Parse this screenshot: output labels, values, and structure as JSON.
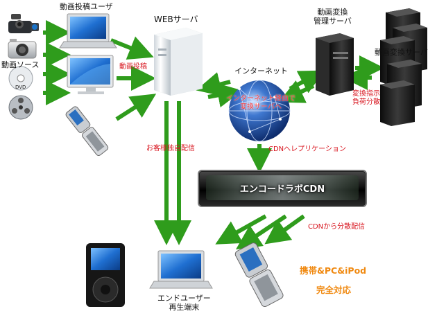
{
  "labels": {
    "video_post_user": "動画投稿ユーザ",
    "video_source": "動画ソース",
    "video_posting": "動画投稿",
    "web_server": "WEBサーバ",
    "internet": "インターネット",
    "via_internet_line1": "インターネット経由で",
    "via_internet_line2": "変換サーバへ",
    "conversion_mgmt_line1": "動画変換",
    "conversion_mgmt_line2": "管理サーバ",
    "conversion_server": "動画変換サーバ",
    "instruction_line1": "変換指示",
    "instruction_line2": "負荷分散",
    "cdn_replication": "CDNへレプリケーション",
    "customer_delivery": "お客様独自配信",
    "cdn_name": "エンコードラボCDN",
    "cdn_distribution": "CDNから分散配信",
    "end_user_line1": "エンドユーザー",
    "end_user_line2": "再生端末",
    "support_line1": "携帯&PC&iPod",
    "support_line2": "完全対応"
  },
  "colors": {
    "arrow_green": "#2f9c1c",
    "label_red": "#d8141e",
    "support_orange": "#f08a12",
    "globe_blue": "#1f4fa6"
  },
  "icons": [
    "video-camera-icon",
    "digital-camera-icon",
    "dvd-disc-icon",
    "film-reel-icon",
    "laptop-icon",
    "monitor-icon",
    "flip-phone-icon",
    "web-server-icon",
    "globe-icon",
    "management-server-icon",
    "conversion-server-stack-icon",
    "ipod-icon",
    "end-user-laptop-icon",
    "end-user-phone-icon"
  ]
}
